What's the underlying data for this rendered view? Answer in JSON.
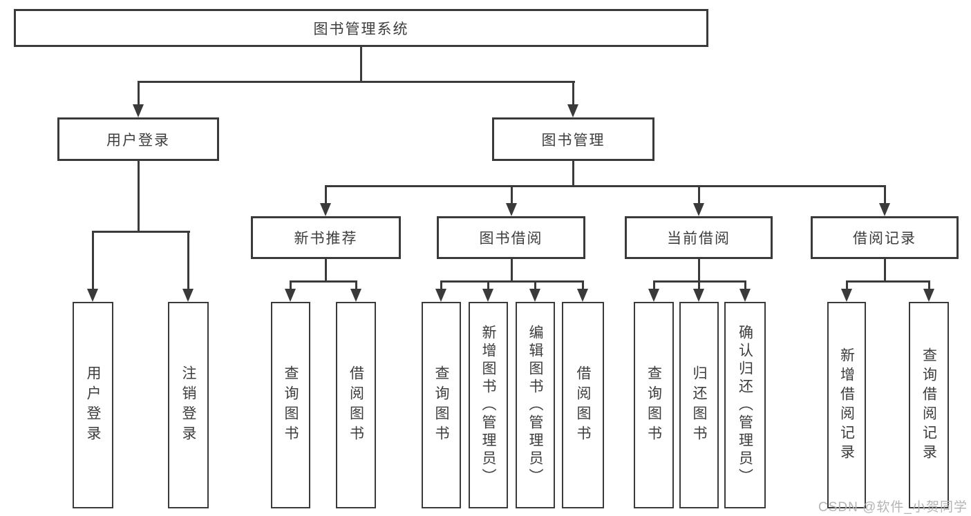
{
  "diagram": {
    "type": "hierarchy-tree",
    "tree": {
      "label": "图书管理系统",
      "children": [
        {
          "label": "用户登录",
          "children": [
            {
              "label": "用户登录"
            },
            {
              "label": "注销登录"
            }
          ]
        },
        {
          "label": "图书管理",
          "children": [
            {
              "label": "新书推荐",
              "children": [
                {
                  "label": "查询图书"
                },
                {
                  "label": "借阅图书"
                }
              ]
            },
            {
              "label": "图书借阅",
              "children": [
                {
                  "label": "查询图书"
                },
                {
                  "label": "新增图书（管理员）"
                },
                {
                  "label": "编辑图书（管理员）"
                },
                {
                  "label": "借阅图书"
                }
              ]
            },
            {
              "label": "当前借阅",
              "children": [
                {
                  "label": "查询图书"
                },
                {
                  "label": "归还图书"
                },
                {
                  "label": "确认归还（管理员）"
                }
              ]
            },
            {
              "label": "借阅记录",
              "children": [
                {
                  "label": "新增借阅记录"
                },
                {
                  "label": "查询借阅记录"
                }
              ]
            }
          ]
        }
      ]
    },
    "colors": {
      "line": "#3a3a3a",
      "text": "#3d3d3d",
      "background": "#ffffff",
      "watermark": "#b4b4b4"
    },
    "watermark": "CSDN @软件_小贺同学"
  }
}
